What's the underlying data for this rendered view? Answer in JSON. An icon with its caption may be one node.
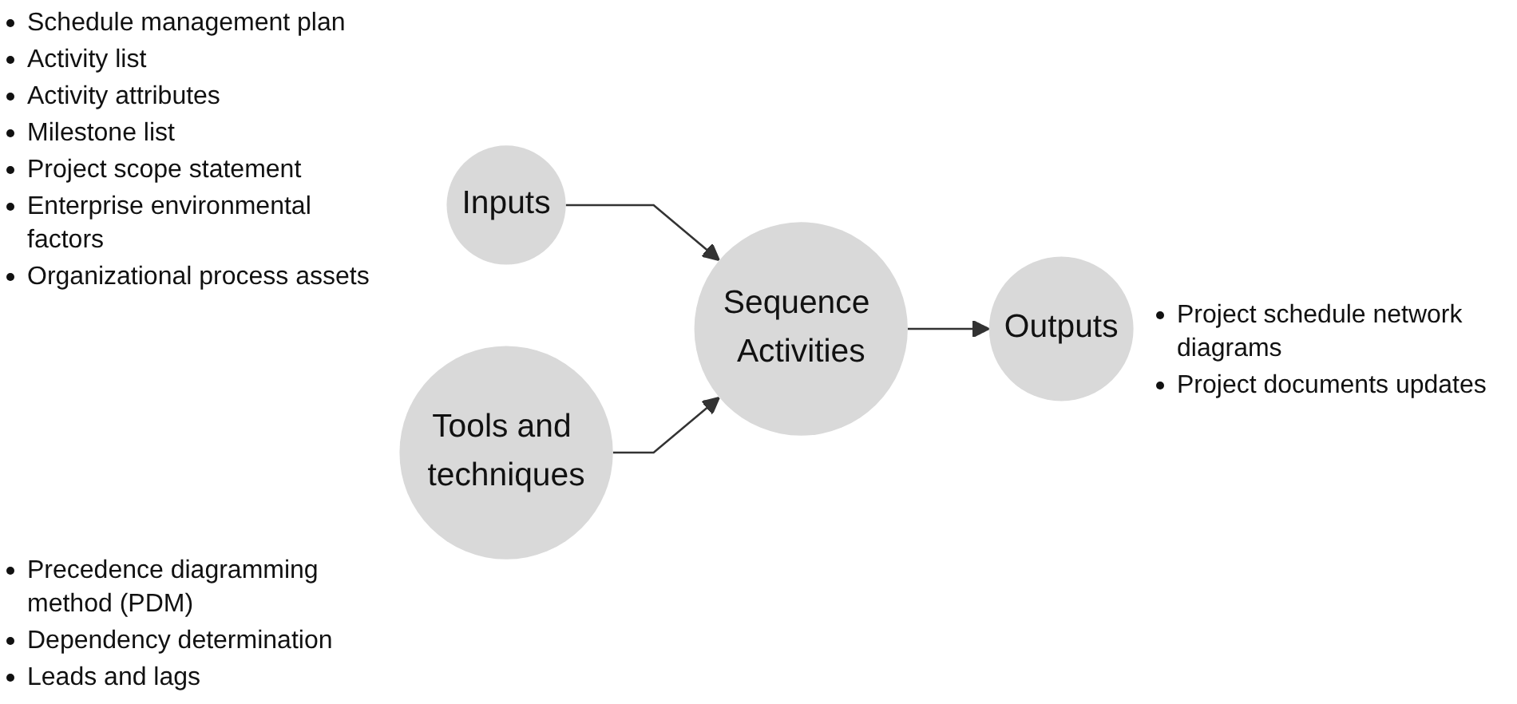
{
  "diagram": {
    "nodes": [
      {
        "text": [
          "Inputs"
        ],
        "beside": [
          "Schedule management plan",
          "Activity list",
          "Activity attributes",
          "Milestone list",
          "Project scope statement",
          "Enterprise environmental factors",
          "Organizational process assets"
        ]
      },
      {
        "text": [
          "Tools and techniques"
        ],
        "beside": [
          "Precedence diagramming method (PDM)",
          "Dependency determination",
          "Leads and lags"
        ]
      },
      {
        "text": [
          "Sequence Activities"
        ]
      },
      {
        "text": [
          "Outputs"
        ],
        "beside": [
          "Project schedule network diagrams",
          "Project documents updates"
        ]
      }
    ],
    "edges": [
      {
        "from": 0,
        "to": 2,
        "arrow": "to"
      },
      {
        "from": 1,
        "to": 2,
        "arrow": "to"
      },
      {
        "from": 2,
        "to": 3,
        "arrow": "to"
      }
    ]
  }
}
